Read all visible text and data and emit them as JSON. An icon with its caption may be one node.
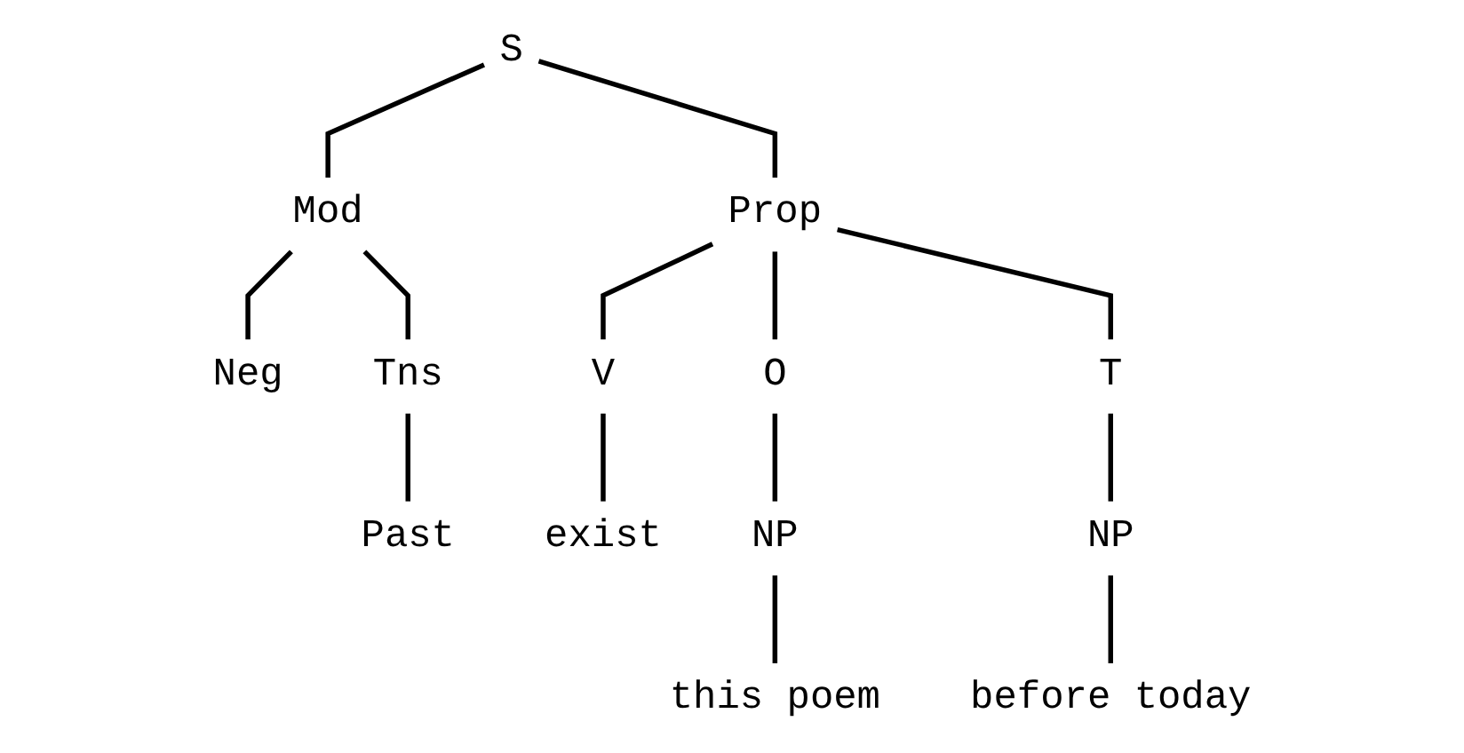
{
  "diagram": {
    "nodes": [
      {
        "text": [
          "S"
        ]
      },
      {
        "text": [
          "Mod"
        ]
      },
      {
        "text": [
          "Prop"
        ]
      },
      {
        "text": [
          "V"
        ]
      },
      {
        "text": [
          "O"
        ]
      },
      {
        "text": [
          "T"
        ]
      },
      {
        "text": [
          "Tns"
        ]
      },
      {
        "text": [
          "NP"
        ]
      },
      {
        "text": [
          "NP"
        ]
      },
      {
        "text": [
          "Neg"
        ]
      },
      {
        "text": [
          "Past"
        ]
      },
      {
        "text": [
          "exist"
        ]
      },
      {
        "text": [
          "this poem"
        ]
      },
      {
        "text": [
          "before today"
        ]
      }
    ],
    "edges": [
      {
        "from": 0,
        "to": 1,
        "arrow": "none"
      },
      {
        "from": 0,
        "to": 2,
        "arrow": "none"
      },
      {
        "from": 1,
        "to": 9,
        "arrow": "none"
      },
      {
        "from": 1,
        "to": 6,
        "arrow": "none"
      },
      {
        "from": 6,
        "to": 10,
        "arrow": "none"
      },
      {
        "from": 2,
        "to": 3,
        "arrow": "none"
      },
      {
        "from": 2,
        "to": 4,
        "arrow": "none"
      },
      {
        "from": 2,
        "to": 5,
        "arrow": "none"
      },
      {
        "from": 3,
        "to": 11,
        "arrow": "none"
      },
      {
        "from": 4,
        "to": 7,
        "arrow": "none"
      },
      {
        "from": 5,
        "to": 8,
        "arrow": "none"
      },
      {
        "from": 7,
        "to": 12,
        "arrow": "none"
      },
      {
        "from": 8,
        "to": 13,
        "arrow": "none"
      }
    ]
  }
}
